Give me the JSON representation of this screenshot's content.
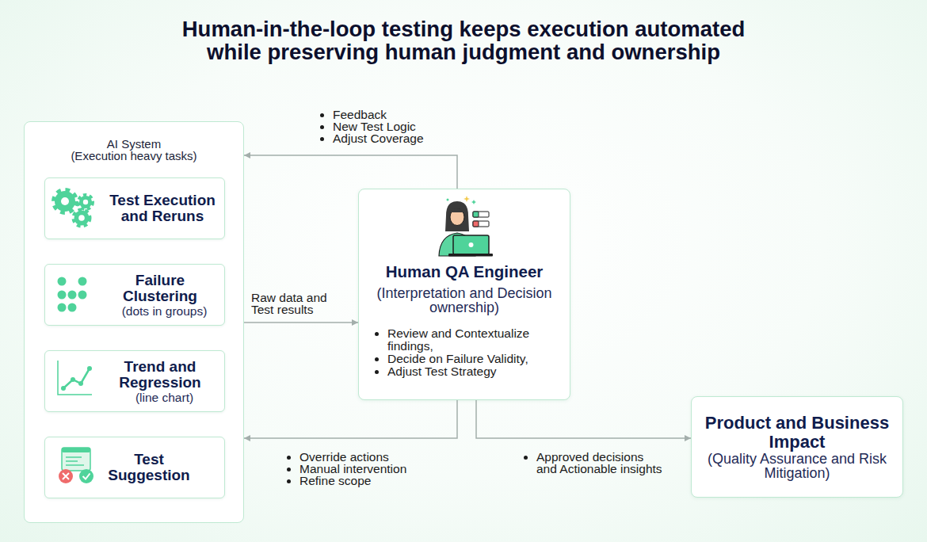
{
  "diagram": {
    "title": "Human-in-the-loop testing keeps execution automated while preserving human judgment and ownership",
    "nodes": [
      {
        "text": [
          "AI System",
          "(Execution heavy tasks)"
        ]
      },
      {
        "text": [
          "Test Execution and Reruns"
        ],
        "in": 0
      },
      {
        "text": [
          "Failure Clustering",
          "(dots in groups)"
        ],
        "in": 0
      },
      {
        "text": [
          "Trend and Regression",
          "(line chart)"
        ],
        "in": 0
      },
      {
        "text": [
          "Test Suggestion"
        ],
        "in": 0
      },
      {
        "text": [
          "Human QA Engineer",
          "(Interpretation and Decision ownership)",
          "Review and Contextualize findings,",
          "Decide on Failure Validity,",
          "Adjust Test Strategy"
        ]
      },
      {
        "text": [
          "Product and Business Impact",
          "(Quality Assurance and Risk Mitigation)"
        ]
      }
    ],
    "edges": [
      {
        "from": 5,
        "to": 0,
        "arrow": "to"
      },
      {
        "from": 0,
        "to": 5,
        "label": "Raw data and Test results",
        "arrow": "to"
      },
      {
        "from": 5,
        "to": 0,
        "arrow": "to"
      },
      {
        "from": 5,
        "to": 6,
        "label": "Approved decisions and Actionable insights",
        "arrow": "to"
      }
    ],
    "labels": [
      "Feedback",
      "New Test Logic",
      "Adjust Coverage",
      "Override actions",
      "Manual intervention",
      "Refine scope"
    ]
  }
}
